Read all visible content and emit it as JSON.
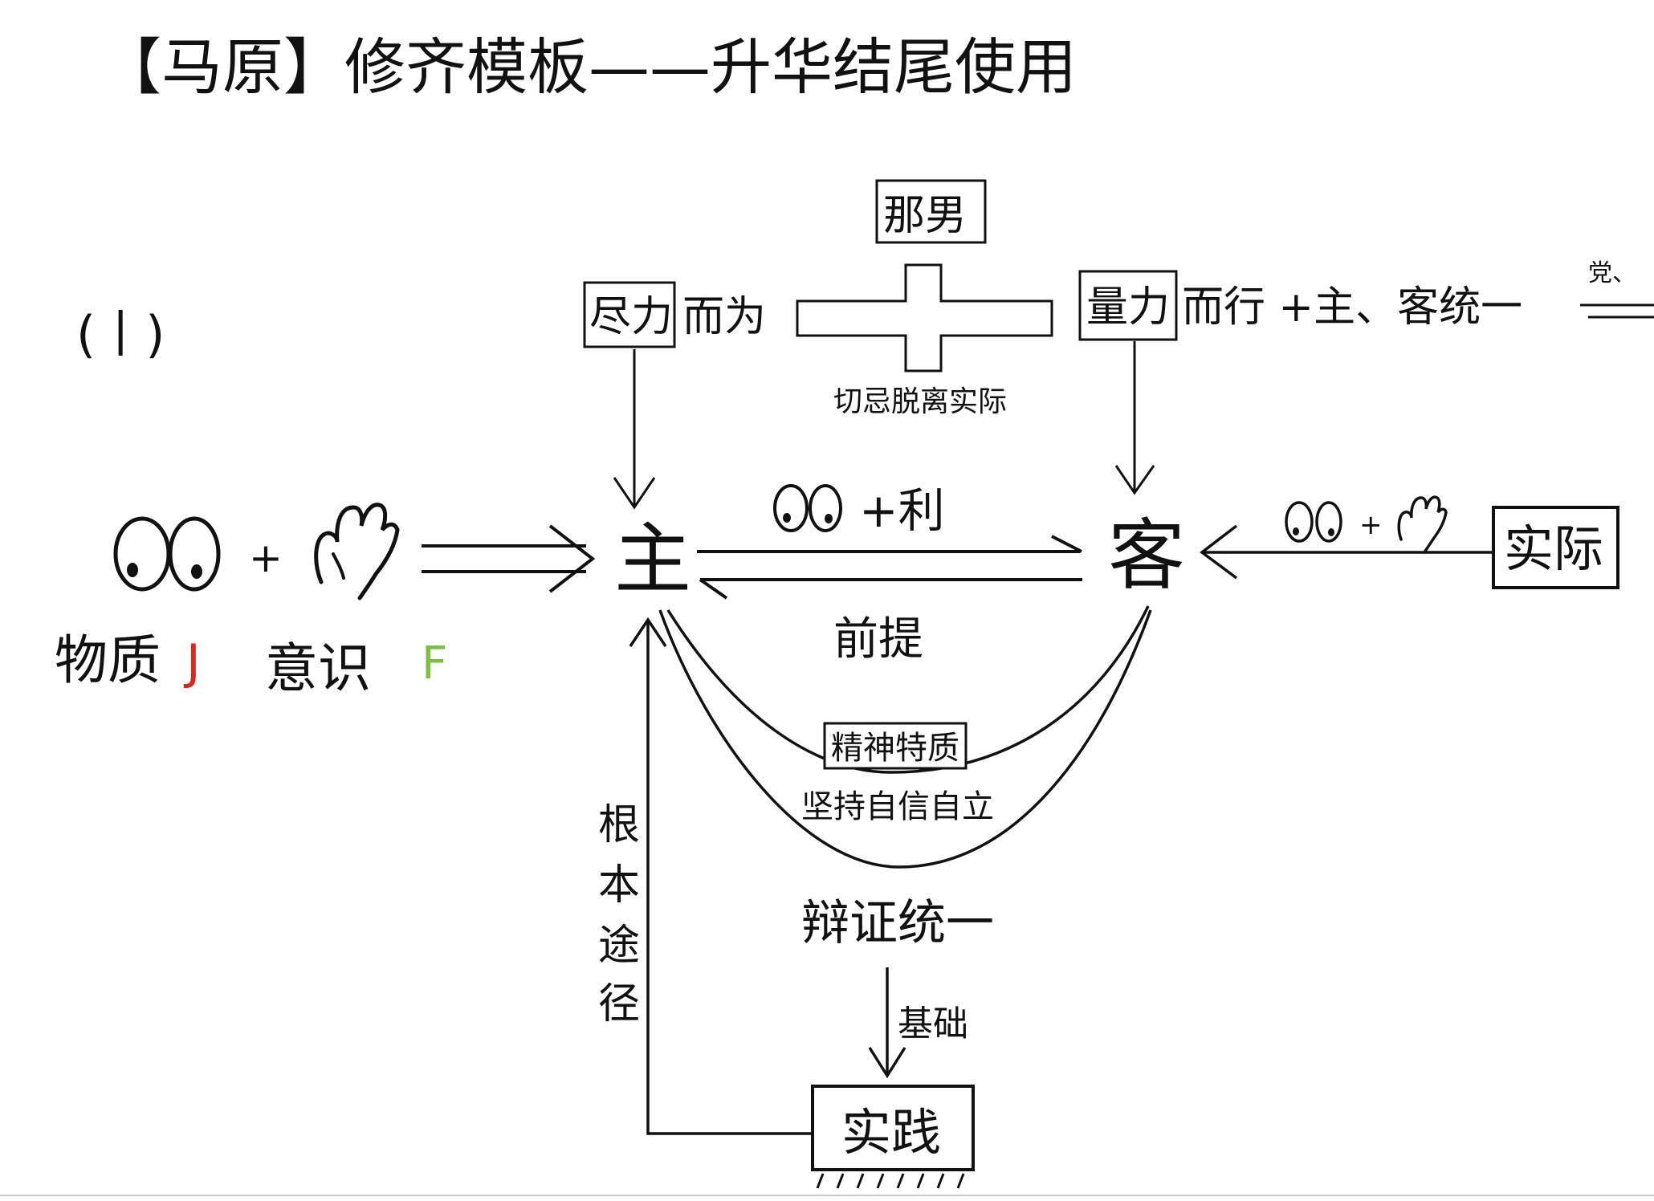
{
  "title": "【马原】修齐模板——升华结尾使用",
  "section_label": "(丨)",
  "colors": {
    "ink": "#111111",
    "red_mark": "#d42a20",
    "green_mark": "#7bc043"
  },
  "top": {
    "box_top": "那男",
    "left_box": "尽力",
    "left_suffix": "而为",
    "right_box": "量力",
    "right_suffix": "而行 +主、客统一",
    "cut_text": "党、",
    "warning": "切忌脱离实际"
  },
  "left_group": {
    "plus": "+",
    "material": "物质",
    "material_mark": "J",
    "consciousness": "意识",
    "consciousness_mark": "F",
    "icons": [
      "eyes-icon",
      "hand-icon"
    ]
  },
  "center": {
    "subject": "主",
    "object": "客",
    "upper_arrow_label": "+利",
    "lower_arrow_label": "前提",
    "spirit_box": "精神特质",
    "spirit_text": "坚持自信自立",
    "dialectic": "辩证统一",
    "foundation": "基础",
    "root_path": [
      "根",
      "本",
      "途",
      "径"
    ],
    "practice": "实践"
  },
  "right_group": {
    "reality_box": "实际",
    "plus": "+"
  }
}
